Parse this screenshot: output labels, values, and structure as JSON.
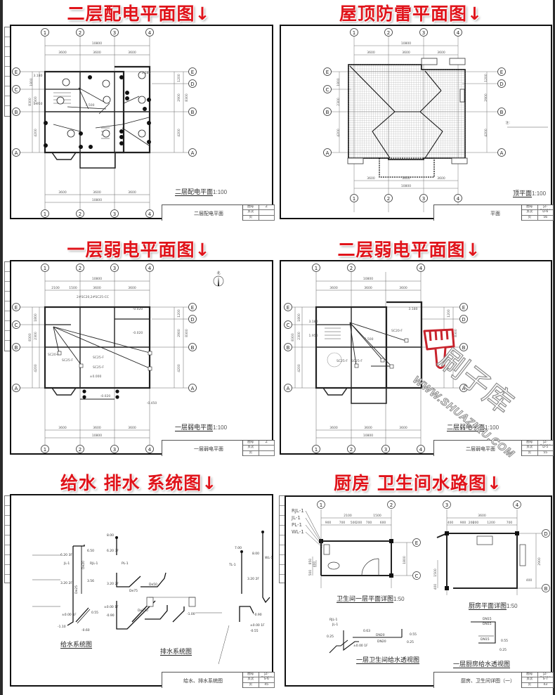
{
  "panels": [
    {
      "id": "p1",
      "headline": "二层配电平面图↓",
      "drawing_caption": "二层配电平面",
      "scale": "1:100",
      "title_block_name": "二层配电平面",
      "title_block_cells": [
        "图号",
        "Z",
        "页次",
        "",
        "页",
        ""
      ],
      "axes_top": [
        "1",
        "2",
        "3",
        "4"
      ],
      "axes_left": [
        "E",
        "C",
        "B",
        "A"
      ],
      "axes_right": [
        "E",
        "D",
        "B",
        "A"
      ],
      "dims_top_total": "10800",
      "dims_top": [
        "3600",
        "3600",
        "3600"
      ],
      "dims_bottom": [
        "3600",
        "3600",
        "3600"
      ],
      "dims_bottom_total": "10800",
      "dims_left": [
        "1800",
        "2300",
        "4200"
      ],
      "dims_left_total": "8300",
      "dims_right": [
        "1200",
        "2900",
        "4200"
      ],
      "dims_right_total": "8300",
      "level_labels": [
        "3.180",
        "3.500",
        "1.950",
        "3.180"
      ]
    },
    {
      "id": "p2",
      "headline": "屋顶防雷平面图↓",
      "drawing_caption": "顶平面",
      "scale": "1:100",
      "title_block_name": "平面",
      "title_block_cells": [
        "图号",
        "JZ-ZJ0810",
        "页次",
        "D-6",
        "页",
        "56"
      ],
      "axes_top": [
        "1",
        "2",
        "3",
        "4"
      ],
      "axes_left": [
        "E",
        "C",
        "B",
        "A"
      ],
      "axes_right": [
        "E",
        "D",
        "B",
        "A"
      ],
      "dims_top_total": "10800",
      "dims_top": [
        "3600",
        "3600",
        "3600"
      ],
      "dims_bottom": [
        "3600",
        "3600",
        "3600"
      ],
      "dims_bottom_total": "10800",
      "dims_left": [
        "1800",
        "2300",
        "4200"
      ],
      "dims_left_total": "8300",
      "dims_right": [
        "1200",
        "2900",
        "4200"
      ],
      "dims_right_total": "8300",
      "note_label": "注："
    },
    {
      "id": "p3",
      "headline": "一层弱电平面图↓",
      "drawing_caption": "一层弱电平面",
      "scale": "1:100",
      "title_block_name": "一层弱电平面",
      "title_block_cells": [
        "图号",
        "Z",
        "页次",
        "",
        "页",
        ""
      ],
      "axes_top": [
        "1",
        "2",
        "3",
        "4"
      ],
      "axes_left": [
        "E",
        "C",
        "B",
        "A"
      ],
      "axes_right": [
        "E",
        "D",
        "B",
        "A"
      ],
      "dims_top_total": "10800",
      "dims_top": [
        "2100",
        "1500",
        "3600",
        "3600"
      ],
      "dims_bottom": [
        "3600",
        "3600",
        "3600"
      ],
      "dims_bottom_total": "10800",
      "dims_left": [
        "1800",
        "2300",
        "4200"
      ],
      "dims_left_total": "8300",
      "dims_right": [
        "1200",
        "2900",
        "4200"
      ],
      "dims_right_total": "8300",
      "north_label": "北",
      "cable_label": "2#SC20,2#SC25-CC",
      "pipe_labels": [
        "SC20-F",
        "SC25-F",
        "SC25-F",
        "SC25-F"
      ],
      "level_labels": [
        "±0.000",
        "-0.020",
        "-0.450",
        "-0.020",
        "-0.020"
      ]
    },
    {
      "id": "p4",
      "headline": "二层弱电平面图↓",
      "drawing_caption": "二层弱电平面",
      "scale": "1:100",
      "title_block_name": "二层弱电平面",
      "title_block_cells": [
        "图号",
        "JZ-ZJ0810",
        "页次",
        "D-5",
        "页",
        "55"
      ],
      "axes_top": [
        "1",
        "2",
        "3",
        "4"
      ],
      "axes_left": [
        "E",
        "C",
        "B",
        "A"
      ],
      "axes_right": [
        "E",
        "D",
        "B",
        "A"
      ],
      "dims_top_total": "10800",
      "dims_top": [
        "3600",
        "3600",
        "3600"
      ],
      "dims_bottom": [
        "3600",
        "3600",
        "3600"
      ],
      "dims_bottom_total": "10800",
      "dims_left": [
        "1800",
        "2300",
        "4200"
      ],
      "dims_left_total": "8300",
      "dims_right": [
        "1200",
        "2900",
        "4200"
      ],
      "dims_right_total": "8300",
      "pipe_labels": [
        "SC20-F",
        "SC25-F",
        "SC25-F"
      ],
      "level_labels": [
        "3.180",
        "1.950",
        "3.500",
        "3.180"
      ]
    },
    {
      "id": "p5",
      "headline": "给水 排水 系统图↓",
      "title_block_name": "给水、排水系统图",
      "title_block_cells": [
        "图号",
        "JZ-ZJ0810",
        "页次",
        "S-6",
        "页",
        "45"
      ],
      "captions": [
        "给水系统图",
        "排水系统图"
      ],
      "supply_labels": [
        "6.20 3F",
        "JL-1",
        "3.20 2F",
        "±0.00 1F",
        "-1.10",
        "6.50",
        "3.56",
        "0.55",
        "-0.60",
        "De25",
        "De20",
        "RJL-1"
      ],
      "drain_labels": [
        "8.00",
        "6.20 3F",
        "PL-1",
        "3.20 2F",
        "±0.00 1F",
        "-0.90",
        "De75",
        "De50",
        "De110",
        "7.00",
        "TL-1",
        "WL-1",
        "-0.55",
        "-1.00"
      ]
    },
    {
      "id": "p6",
      "headline": "厨房 卫生间水路图↓",
      "title_block_name": "厨房、卫生间详图（一）",
      "title_block_cells": [
        "图号",
        "JZ-ZJ0810",
        "页次",
        "S-7",
        "页",
        "43"
      ],
      "pipe_tags": [
        "RJL-1",
        "JL-1",
        "PL-1",
        "WL-1"
      ],
      "bath_plan": {
        "caption": "卫生间一层平面详图",
        "scale": "1:50",
        "axes_top": [
          "1",
          "2"
        ],
        "axes_right": [
          "E",
          "C"
        ],
        "dims_top": [
          "2100",
          "1500"
        ],
        "dims_sub": [
          "900",
          "700",
          "500",
          "200",
          "700",
          "600"
        ],
        "dims_right": [
          "1800"
        ],
        "dims_left": [
          "850",
          "400",
          "500"
        ]
      },
      "kitchen_plan": {
        "caption": "厨房平面详图",
        "scale": "1:50",
        "axes_top": [
          "3",
          "4"
        ],
        "axes_right": [
          "D",
          "B"
        ],
        "dims_top": [
          "3600"
        ],
        "dims_sub": [
          "400",
          "900",
          "200",
          "200",
          "1200",
          "700"
        ],
        "dims_right": [
          "2900",
          "400"
        ],
        "dims_left": [
          "1500",
          "400"
        ]
      },
      "bath_iso_caption": "一层卫生间给水透视图",
      "kitchen_iso_caption": "一层厨房给水透视图",
      "iso_labels": [
        "DN20",
        "DN15",
        "0.25",
        "0.55",
        "±0.00 1F",
        "0.63"
      ]
    }
  ],
  "watermark": {
    "url": "WWW.SHUAZIKU.COM",
    "brand": "刷子库",
    "color": "#c8232c"
  },
  "colors": {
    "headline": "#e0141b",
    "ink": "#111111"
  }
}
